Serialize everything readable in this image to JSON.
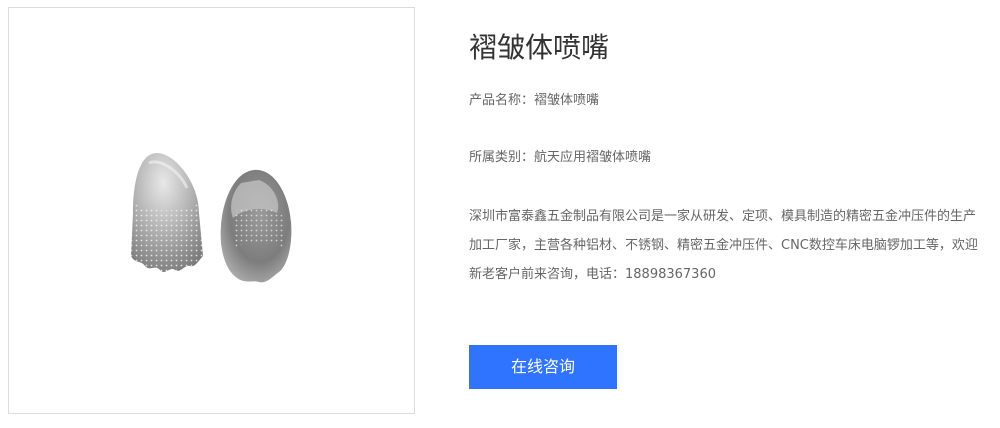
{
  "product": {
    "title": "褶皱体喷嘴",
    "name_label": "产品名称：",
    "name_value": "褶皱体喷嘴",
    "category_label": "所属类别：",
    "category_value": "航天应用褶皱体喷嘴",
    "description": "深圳市富泰鑫五金制品有限公司是一家从研发、定项、模具制造的精密五金冲压件的生产加工厂家，主营各种铝材、不锈钢、精密五金冲压件、CNC数控车床电脑锣加工等，欢迎新老客户前来咨询，电话：18898367360",
    "image_alt": "褶皱体喷嘴产品图片"
  },
  "actions": {
    "consult_label": "在线咨询"
  },
  "colors": {
    "accent": "#2f74ff",
    "title_text": "#333333",
    "body_text": "#666666",
    "border": "#dcdcdc"
  }
}
